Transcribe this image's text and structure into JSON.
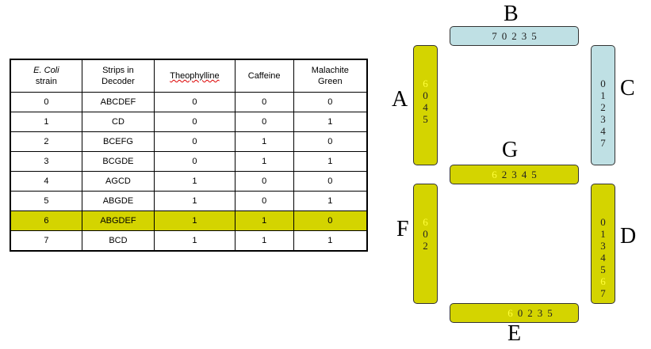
{
  "table": {
    "headers": [
      {
        "text": "E. Coli",
        "text2": "strain"
      },
      {
        "text": "Strips in",
        "text2": "Decoder"
      },
      {
        "text": "Theophylline"
      },
      {
        "text": "Caffeine"
      },
      {
        "text": "Malachite",
        "text2": "Green"
      }
    ],
    "rows": [
      [
        "0",
        "ABCDEF",
        "0",
        "0",
        "0"
      ],
      [
        "1",
        "CD",
        "0",
        "0",
        "1"
      ],
      [
        "2",
        "BCEFG",
        "0",
        "1",
        "0"
      ],
      [
        "3",
        "BCGDE",
        "0",
        "1",
        "1"
      ],
      [
        "4",
        "AGCD",
        "1",
        "0",
        "0"
      ],
      [
        "5",
        "ABGDE",
        "1",
        "0",
        "1"
      ],
      [
        "6",
        "ABGDEF",
        "1",
        "1",
        "0"
      ],
      [
        "7",
        "BCD",
        "1",
        "1",
        "1"
      ]
    ],
    "highlighted_row": 6
  },
  "colors": {
    "active": "#d4d400",
    "inactive": "#bfe0e4",
    "highlight_digit": "#ffff3a"
  },
  "segments": {
    "A": {
      "label": "A",
      "active": true,
      "digits": [
        "6",
        "0",
        "4",
        "5"
      ],
      "highlight": [
        0
      ]
    },
    "B": {
      "label": "B",
      "active": false,
      "digits": [
        "7",
        "0",
        "2",
        "3",
        "5"
      ],
      "highlight": []
    },
    "C": {
      "label": "C",
      "active": false,
      "digits": [
        "0",
        "1",
        "2",
        "3",
        "4",
        "7"
      ],
      "highlight": []
    },
    "D": {
      "label": "D",
      "active": true,
      "digits": [
        "0",
        "1",
        "3",
        "4",
        "5",
        "6",
        "7"
      ],
      "highlight": [
        5
      ]
    },
    "E": {
      "label": "E",
      "active": true,
      "digits": [
        "6",
        "0",
        "2",
        "3",
        "5"
      ],
      "highlight": [
        0
      ]
    },
    "F": {
      "label": "F",
      "active": true,
      "digits": [
        "6",
        "0",
        "2"
      ],
      "highlight": [
        0
      ]
    },
    "G": {
      "label": "G",
      "active": true,
      "digits": [
        "6",
        "2",
        "3",
        "4",
        "5"
      ],
      "highlight": [
        0
      ]
    }
  }
}
